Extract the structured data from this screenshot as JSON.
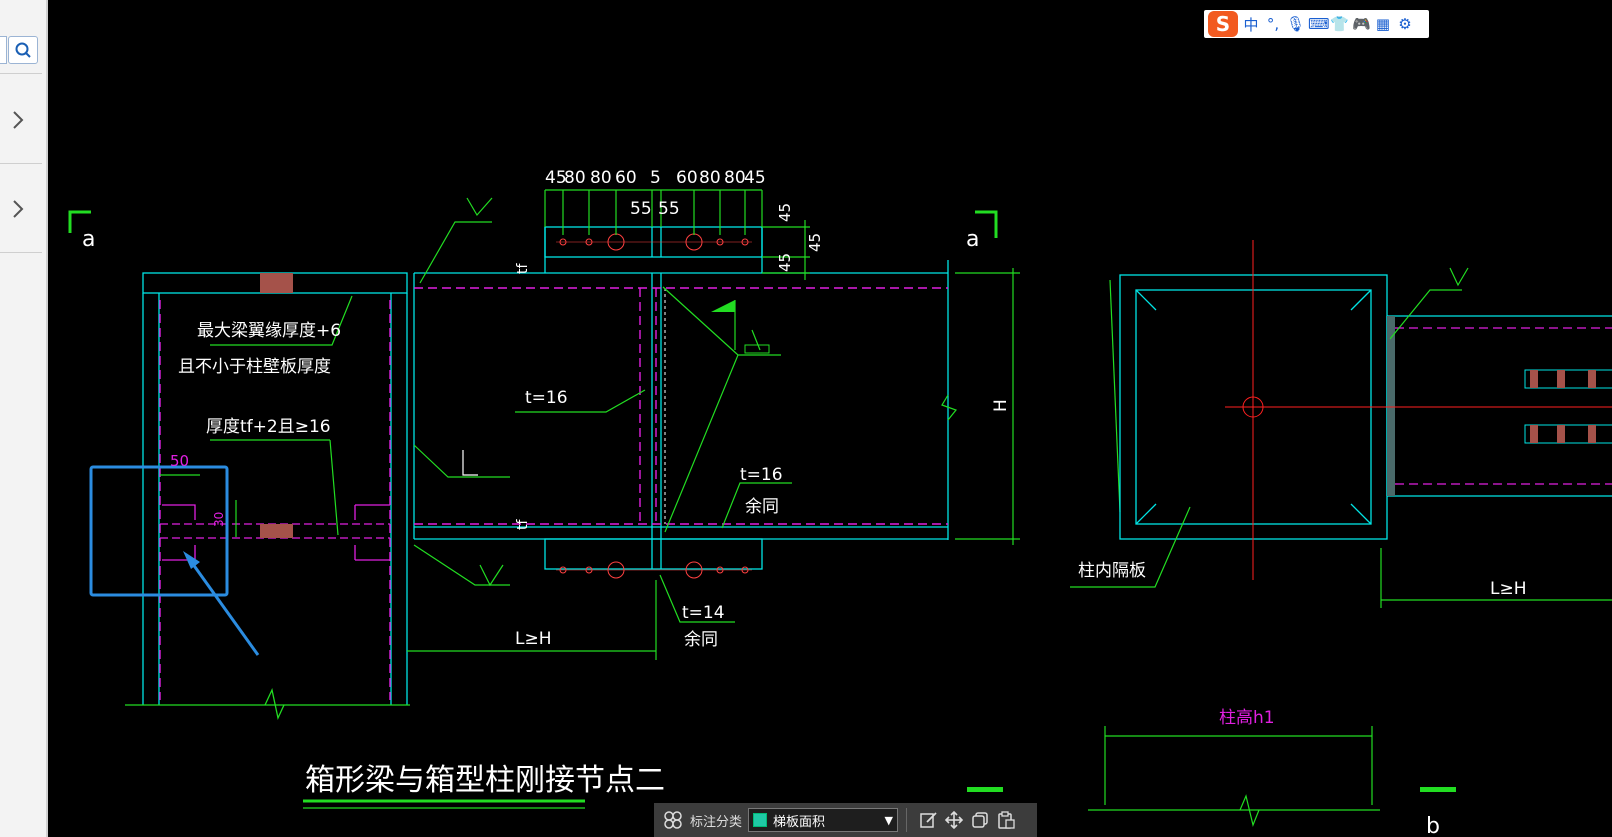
{
  "ime": {
    "logo": "S",
    "lang": "中",
    "punct": "°,",
    "mic_icon": "mic-icon",
    "keyboard_icon": "keyboard-icon",
    "skin_icon": "skin-icon",
    "game_icon": "gamepad-icon",
    "apps_icon": "apps-icon",
    "settings_icon": "settings-icon"
  },
  "toolbar": {
    "category_label": "标注分类",
    "selected_category": "梯板面积",
    "swatch_color": "#1fc9a6"
  },
  "drawing": {
    "title": "箱形梁与箱型柱刚接节点二",
    "dims_top": [
      "45",
      "80",
      "80",
      "60",
      "5",
      "60",
      "80",
      "80",
      "45"
    ],
    "dims_top_sub": [
      "55",
      "55"
    ],
    "dims_right": [
      "45",
      "45",
      "45"
    ],
    "section_mark_left": "a",
    "section_mark_right": "a",
    "section_mark_bottom": "b",
    "tf_top": "tf",
    "tf_bottom": "tf",
    "height_label": "H",
    "note_max_flange": "最大梁翼缘厚度+6",
    "note_not_less": "且不小于柱壁板厚度",
    "note_thickness": "厚度tf+2且≥16",
    "dim_50": "50",
    "dim_30": "30",
    "t16_web": "t=16",
    "t16_plate": "t=16",
    "rest_same_1": "余同",
    "t14": "t=14",
    "rest_same_2": "余同",
    "l_ge_h_left": "L≥H",
    "l_ge_h_right": "L≥H",
    "inner_diaphragm": "柱内隔板",
    "column_height": "柱高h1"
  },
  "colors": {
    "cyan": "#00e5e5",
    "green": "#22dd22",
    "magenta": "#e020e0",
    "white": "#ffffff",
    "red": "#ff2020",
    "brown": "#a5524a",
    "highlight": "#2b8ce0"
  }
}
